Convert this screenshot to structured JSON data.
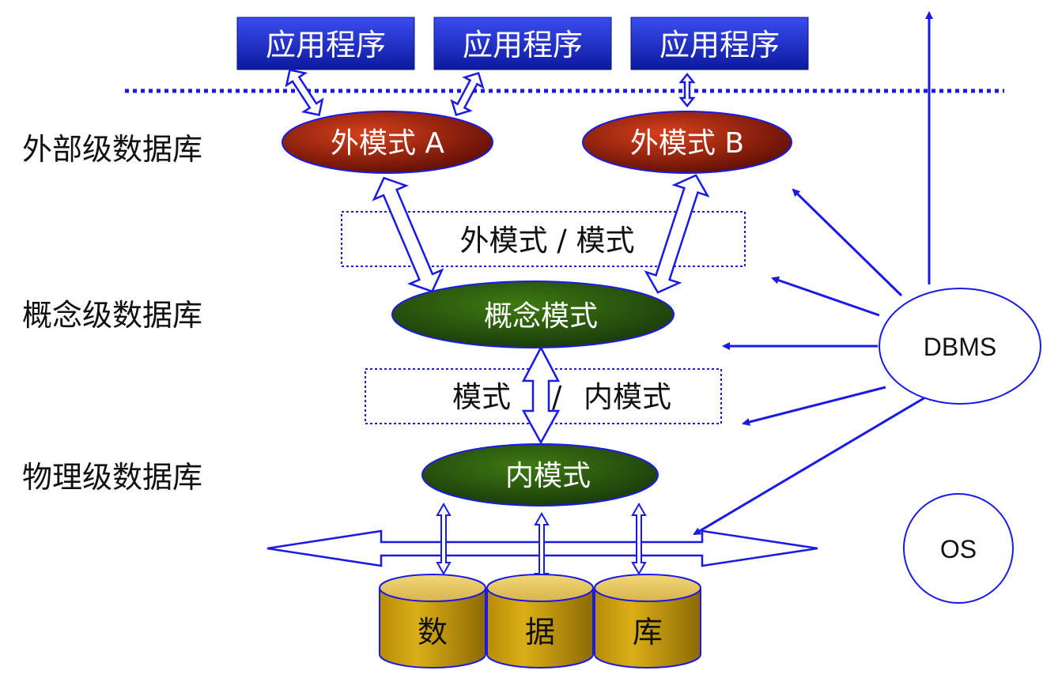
{
  "apps": [
    "应用程序",
    "应用程序",
    "应用程序"
  ],
  "levels": {
    "external": "外部级数据库",
    "conceptual": "概念级数据库",
    "physical": "物理级数据库"
  },
  "schemas": {
    "external_a": "外模式 A",
    "external_b": "外模式 B",
    "conceptual": "概念模式",
    "internal": "内模式"
  },
  "mappings": {
    "external_conceptual": "外模式 / 模式",
    "conceptual_internal_left": "模式",
    "conceptual_internal_slash": "/",
    "conceptual_internal_right": "内模式"
  },
  "storage": [
    "数",
    "据",
    "库"
  ],
  "systems": {
    "dbms": "DBMS",
    "os": "OS"
  },
  "colors": {
    "app_box": "#1f35d0",
    "external_schema": "#b92a10",
    "conceptual_schema": "#2f5e0a",
    "cylinder": "#d3a20a",
    "arrow": "#1a1ae6"
  }
}
